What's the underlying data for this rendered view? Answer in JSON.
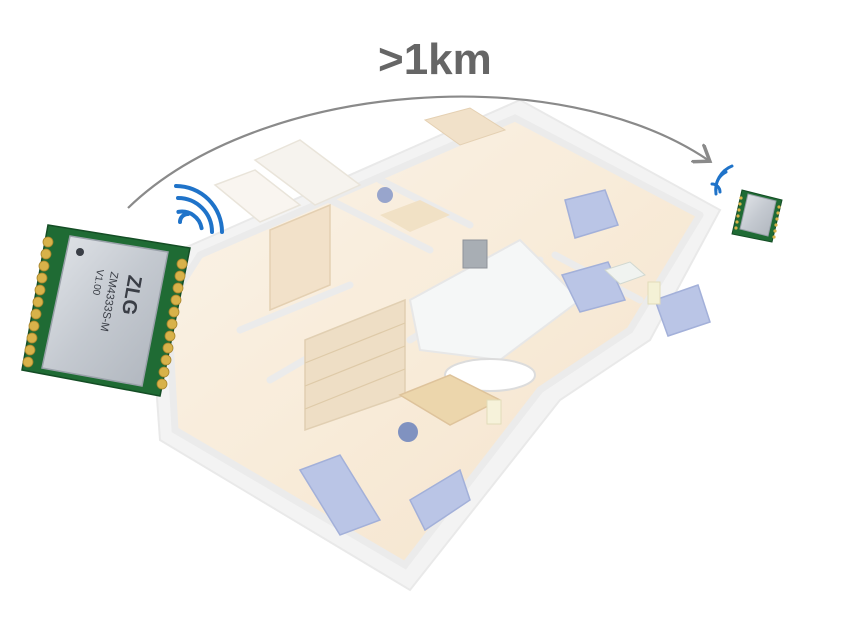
{
  "title": ">1km",
  "module": {
    "brand": "ZLG",
    "model": "ZM4333S-M",
    "version": "V1.00"
  },
  "colors": {
    "title": "#666666",
    "signal": "#1f73c9",
    "arrow": "#8a8a8a",
    "pcb": "#1f6b34",
    "pad": "#d8b24a",
    "shield": "#c9ced5",
    "floor": "#f6e6cf",
    "wall": "#eeeeee"
  }
}
